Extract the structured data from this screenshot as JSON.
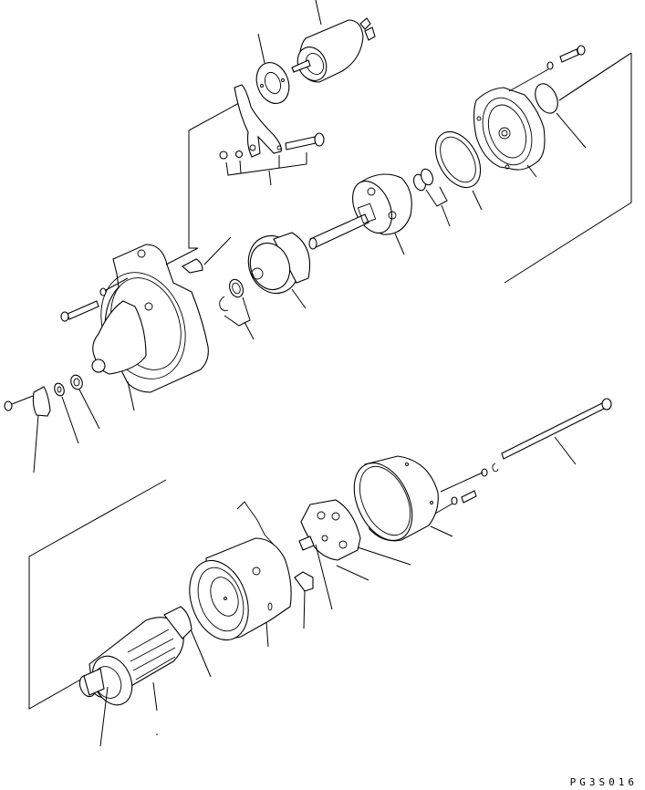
{
  "diagram": {
    "type": "exploded-parts-diagram",
    "subject": "starter motor assembly",
    "drawing_code": "PG3S016",
    "colors": {
      "line": "#000000",
      "background": "#ffffff"
    },
    "parts": [
      {
        "id": "solenoid-switch"
      },
      {
        "id": "solenoid-gasket-plate"
      },
      {
        "id": "shift-lever"
      },
      {
        "id": "shift-lever-pin-set"
      },
      {
        "id": "rear-cover"
      },
      {
        "id": "rear-cover-o-ring"
      },
      {
        "id": "rear-cover-bolt-washer"
      },
      {
        "id": "packing-ring"
      },
      {
        "id": "washer-set"
      },
      {
        "id": "planetary-gear-shaft"
      },
      {
        "id": "pinion-clutch"
      },
      {
        "id": "snap-ring-and-stop-collar"
      },
      {
        "id": "lever-plate"
      },
      {
        "id": "front-housing"
      },
      {
        "id": "housing-bolt"
      },
      {
        "id": "bearing"
      },
      {
        "id": "washer"
      },
      {
        "id": "cover-plate-and-screw"
      },
      {
        "id": "through-bolt"
      },
      {
        "id": "end-frame-cover"
      },
      {
        "id": "end-frame-screw-washer"
      },
      {
        "id": "brush-holder"
      },
      {
        "id": "brush"
      },
      {
        "id": "brush-spring"
      },
      {
        "id": "yoke-field-coil"
      },
      {
        "id": "armature-bearing"
      },
      {
        "id": "armature"
      },
      {
        "id": "armature-pinion-end"
      }
    ]
  }
}
